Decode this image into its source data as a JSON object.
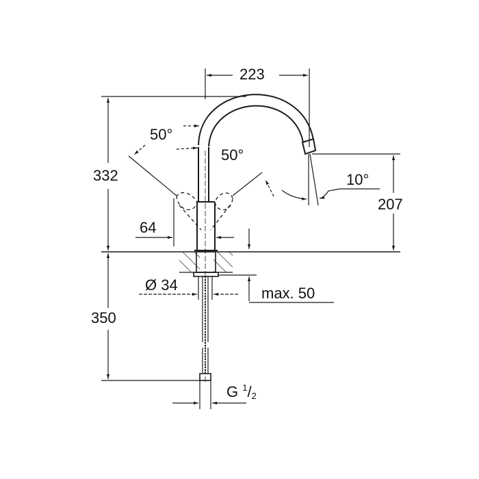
{
  "drawing": {
    "title": "Single-lever basin mixer dimension drawing",
    "line_color": "#1a1a1a",
    "background": "#ffffff"
  },
  "dimensions": {
    "spout_reach": "223",
    "total_height": "332",
    "spout_outlet_height": "207",
    "lever_swing_left": "50°",
    "lever_swing_right": "50°",
    "spout_angle": "10°",
    "lever_offset": "64",
    "hole_diameter": "Ø 34",
    "max_deck_thickness": "max. 50",
    "hose_length": "350",
    "connection_thread_prefix": "G",
    "connection_thread_num": "1",
    "connection_thread_slash": "/",
    "connection_thread_den": "2"
  }
}
